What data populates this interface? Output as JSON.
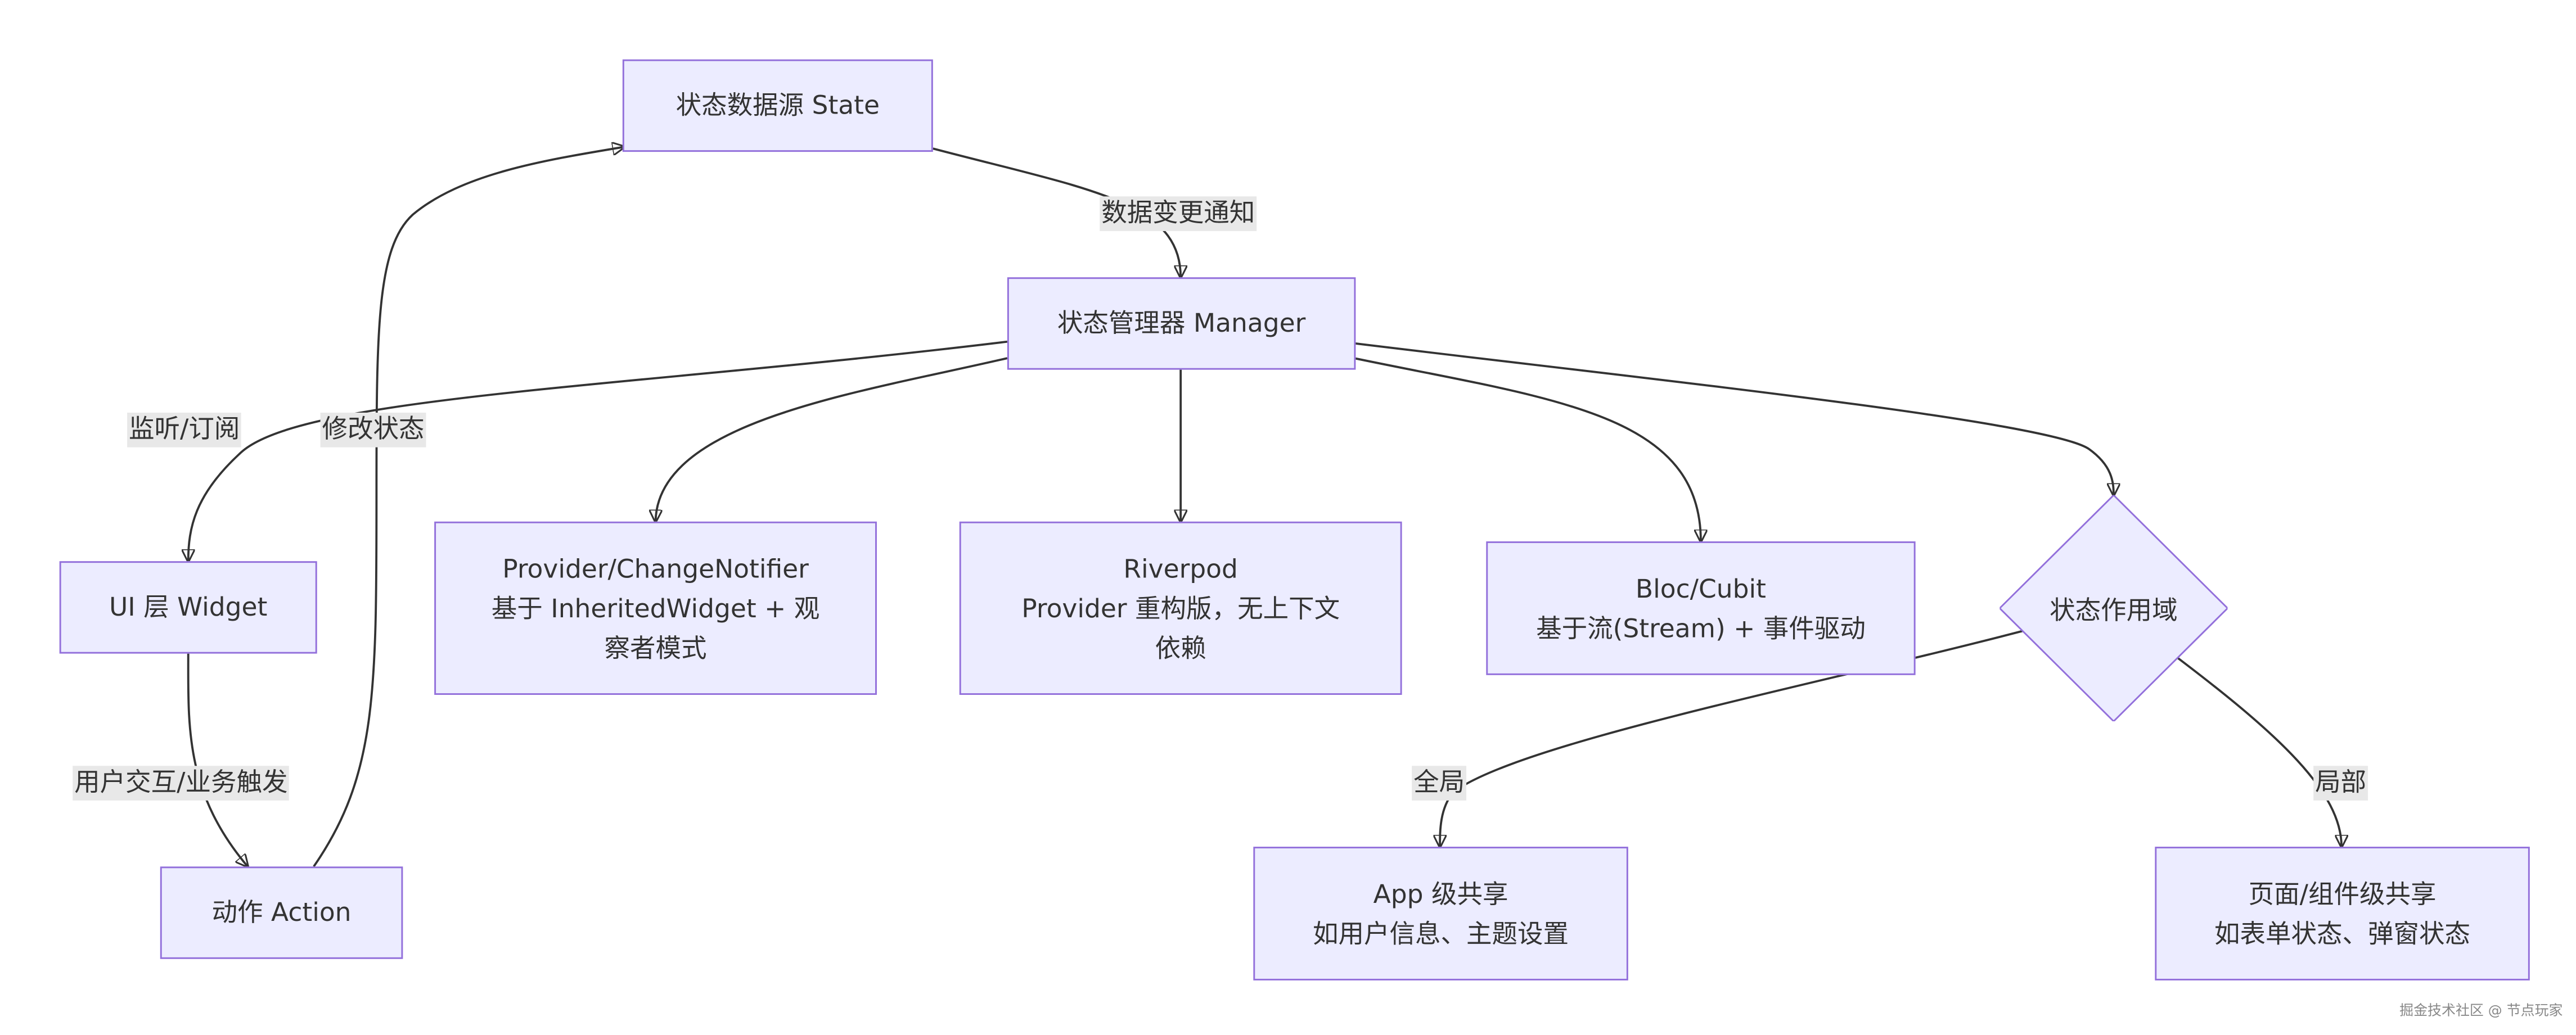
{
  "nodes": {
    "state": "状态数据源 State",
    "manager": "状态管理器 Manager",
    "ui_widget": "UI 层 Widget",
    "action": "动作 Action",
    "provider": [
      "Provider/ChangeNotifier",
      "基于 InheritedWidget + 观",
      "察者模式"
    ],
    "riverpod": [
      "Riverpod",
      "Provider 重构版，无上下文",
      "依赖"
    ],
    "bloc": [
      "Bloc/Cubit",
      "基于流(Stream) + 事件驱动"
    ],
    "scope": "状态作用域",
    "app_shared": [
      "App 级共享",
      "如用户信息、主题设置"
    ],
    "page_shared": [
      "页面/组件级共享",
      "如表单状态、弹窗状态"
    ]
  },
  "edge_labels": {
    "notify": "数据变更通知",
    "listen": "监听/订阅",
    "modify": "修改状态",
    "trigger": "用户交互/业务触发",
    "global": "全局",
    "local": "局部"
  },
  "watermark": "掘金技术社区 @ 节点玩家",
  "colors": {
    "node_fill": "#ECECFF",
    "node_border": "#9370DB",
    "edge": "#333333",
    "label_bg": "#e8e8e8"
  }
}
